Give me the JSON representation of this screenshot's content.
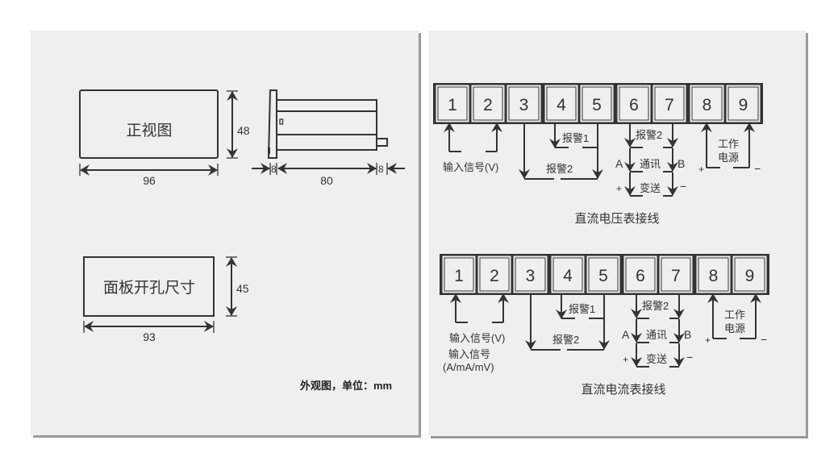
{
  "left": {
    "front_view_label": "正视图",
    "height_dim": "48",
    "width_dim": "96",
    "side_left_dim": "8",
    "side_depth_dim": "80",
    "side_right_dim": "8",
    "cutout_label": "面板开孔尺寸",
    "cutout_height_dim": "45",
    "cutout_width_dim": "93",
    "caption": "外观图，单位：mm"
  },
  "voltage": {
    "terminals": [
      "1",
      "2",
      "3",
      "4",
      "5",
      "6",
      "7",
      "8",
      "9"
    ],
    "input_label": "输入信号(V)",
    "alarm1": "报警1",
    "alarm2_top": "报警2",
    "alarm2_bottom": "报警2",
    "comm_a": "A",
    "comm": "通讯",
    "comm_b": "B",
    "trans_plus": "+",
    "trans": "变送",
    "trans_minus": "−",
    "power_line1": "工作",
    "power_line2": "电源",
    "power_plus": "+",
    "power_minus": "−",
    "title": "直流电压表接线"
  },
  "current": {
    "terminals": [
      "1",
      "2",
      "3",
      "4",
      "5",
      "6",
      "7",
      "8",
      "9"
    ],
    "input_label": "输入信号(V)",
    "input_label2": "输入信号",
    "input_label3": "(A/mA/mV)",
    "alarm1": "报警1",
    "alarm2_top": "报警2",
    "alarm2_bottom": "报警2",
    "comm_a": "A",
    "comm": "通讯",
    "comm_b": "B",
    "trans_plus": "+",
    "trans": "变送",
    "trans_minus": "−",
    "power_line1": "工作",
    "power_line2": "电源",
    "power_plus": "+",
    "power_minus": "−",
    "title": "直流电流表接线"
  }
}
